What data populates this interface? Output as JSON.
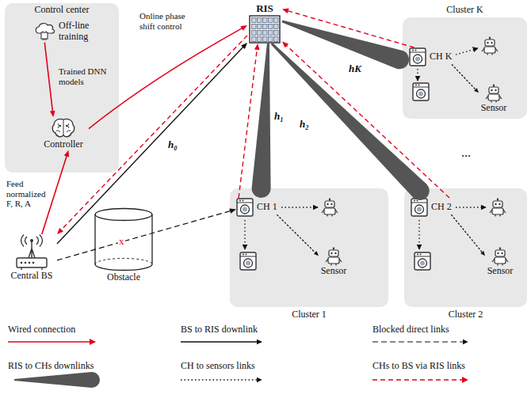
{
  "diagram": {
    "nodes": [
      {
        "text": [
          "Control center"
        ]
      },
      {
        "text": [
          "Off-line training"
        ],
        "in": 0
      },
      {
        "text": [
          "Controller"
        ],
        "in": 0
      },
      {
        "text": [
          "RIS"
        ]
      },
      {
        "text": [
          "Cluster K"
        ]
      },
      {
        "text": [
          "CH K"
        ],
        "in": 4
      },
      {
        "text": [
          "Sensor"
        ],
        "in": 4
      },
      {
        "text": [
          "Central BS"
        ]
      },
      {
        "text": [
          "Obstacle"
        ]
      },
      {
        "text": [
          "Cluster 1"
        ]
      },
      {
        "text": [
          "CH 1"
        ],
        "in": 9
      },
      {
        "text": [
          "Sensor"
        ],
        "in": 9
      },
      {
        "text": [
          "Cluster 2"
        ]
      },
      {
        "text": [
          "CH 2"
        ],
        "in": 12
      },
      {
        "text": [
          "Sensor"
        ],
        "in": 12
      }
    ],
    "edges": [
      {
        "from": 1,
        "to": 2,
        "arrow": "to",
        "label": "Trained DNN models"
      },
      {
        "from": 2,
        "to": 3,
        "arrow": "to",
        "label": "Online phase shift control"
      },
      {
        "from": 7,
        "to": 2,
        "arrow": "to",
        "label": "Feed normalized F, R, A"
      },
      {
        "from": 7,
        "to": 3,
        "arrow": "to",
        "label": "h₀"
      },
      {
        "from": 3,
        "to": 7,
        "arrow": "to"
      },
      {
        "from": 7,
        "to": 10,
        "arrow": "to"
      },
      {
        "from": 3,
        "to": 10,
        "arrow": "none",
        "label": "h₁"
      },
      {
        "from": 3,
        "to": 13,
        "arrow": "none",
        "label": "h₂"
      },
      {
        "from": 3,
        "to": 5,
        "arrow": "none",
        "label": "hK"
      },
      {
        "from": 10,
        "to": 3,
        "arrow": "to"
      },
      {
        "from": 13,
        "to": 3,
        "arrow": "to"
      },
      {
        "from": 5,
        "to": 3,
        "arrow": "to"
      },
      {
        "from": 10,
        "to": 11,
        "arrow": "to"
      },
      {
        "from": 13,
        "to": 14,
        "arrow": "to"
      },
      {
        "from": 5,
        "to": 6,
        "arrow": "to"
      }
    ],
    "labels": [
      "...",
      "x"
    ],
    "legend": [
      {
        "text": "Wired connection"
      },
      {
        "text": "BS to RIS downlink"
      },
      {
        "text": "Blocked direct links"
      },
      {
        "text": "RIS to CHs downlinks"
      },
      {
        "text": "CH to sensors links"
      },
      {
        "text": "CHs to BS via RIS links"
      }
    ]
  }
}
